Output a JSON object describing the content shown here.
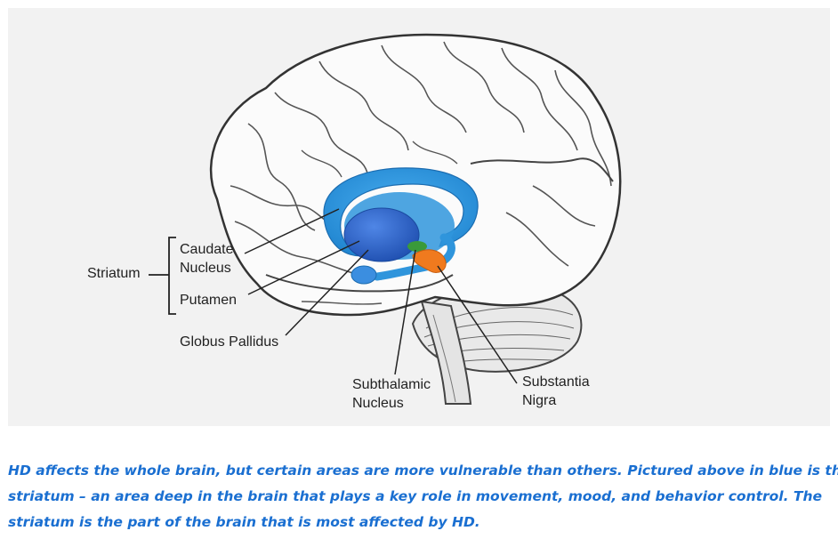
{
  "diagram": {
    "labels": {
      "striatum": "Striatum",
      "caudate_nucleus_line1": "Caudate",
      "caudate_nucleus_line2": "Nucleus",
      "putamen": "Putamen",
      "globus_pallidus": "Globus Pallidus",
      "subthalamic_nucleus_line1": "Subthalamic",
      "subthalamic_nucleus_line2": "Nucleus",
      "substantia_nigra_line1": "Substantia",
      "substantia_nigra_line2": "Nigra"
    },
    "colors": {
      "figure_background": "#f2f2f2",
      "striatum_blue": "#2f95dc",
      "globus_pallidus_blue": "#2a63c8",
      "subthalamic_green": "#3a9a3a",
      "substantia_nigra_orange": "#f07a1e",
      "caption_blue": "#1a6fd1"
    }
  },
  "caption": {
    "line1": "HD affects the whole brain, but certain areas are more vulnerable than others. Pictured above in blue is the",
    "line2": "striatum – an area deep in the brain that plays a key role in movement, mood, and behavior control. The",
    "line3": "striatum is the part of the brain that is most affected by HD."
  }
}
